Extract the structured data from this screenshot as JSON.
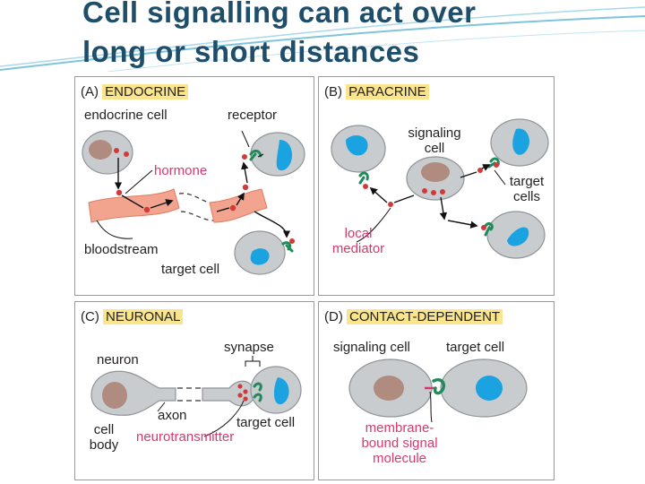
{
  "slide": {
    "title_line1": "Cell signalling can act over",
    "title_line2": "long or short distances"
  },
  "panels": {
    "a": {
      "letter": "(A)",
      "name": "ENDOCRINE",
      "labels": {
        "endocrine_cell": "endocrine cell",
        "receptor": "receptor",
        "hormone": "hormone",
        "bloodstream": "bloodstream",
        "target_cell": "target cell"
      }
    },
    "b": {
      "letter": "(B)",
      "name": "PARACRINE",
      "labels": {
        "signaling_cell_1": "signaling",
        "signaling_cell_2": "cell",
        "target_cells_1": "target",
        "target_cells_2": "cells",
        "local_mediator_1": "local",
        "local_mediator_2": "mediator"
      }
    },
    "c": {
      "letter": "(C)",
      "name": "NEURONAL",
      "labels": {
        "neuron": "neuron",
        "synapse": "synapse",
        "axon": "axon",
        "cell_body_1": "cell",
        "cell_body_2": "body",
        "target_cell": "target cell",
        "neurotransmitter": "neurotransmitter"
      }
    },
    "d": {
      "letter": "(D)",
      "name": "CONTACT-DEPENDENT",
      "labels": {
        "signaling_cell": "signaling cell",
        "target_cell": "target cell",
        "membrane_1": "membrane-",
        "membrane_2": "bound signal",
        "membrane_3": "molecule"
      }
    }
  },
  "colors": {
    "title": "#1f4e6b",
    "highlight": "#fbe58c",
    "cell": "#c9ccce",
    "nucleus": "#b08b80",
    "target_nucleus": "#1aa3e0",
    "signal": "#d23a3a",
    "receptor": "#1f8a5a",
    "blood": "#f2a48f",
    "label_red": "#d8396b"
  }
}
